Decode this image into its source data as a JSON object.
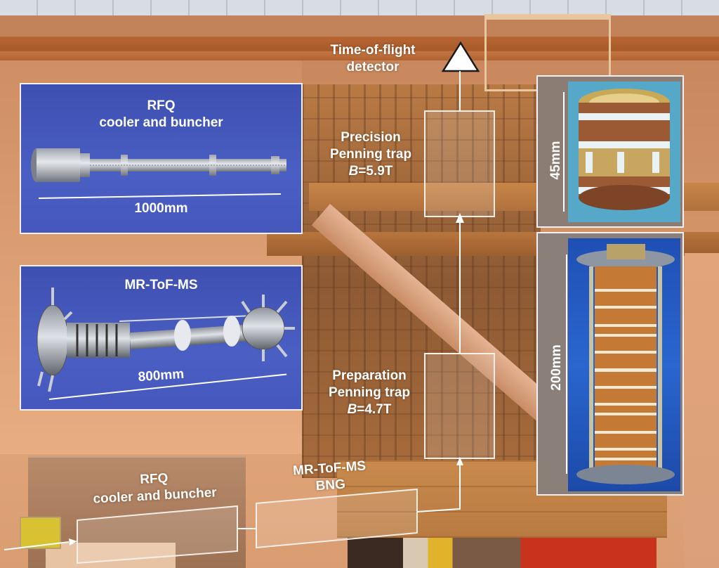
{
  "figure": {
    "labels": {
      "tof_detector": [
        "Time-of-flight",
        "detector"
      ],
      "precision_trap": [
        "Precision",
        "Penning trap",
        "B=5.9T"
      ],
      "preparation_trap": [
        "Preparation",
        "Penning trap",
        "B=4.7T"
      ],
      "mr_tof_bng": [
        "MR-ToF-MS",
        "BNG"
      ],
      "rfq_bottom": [
        "RFQ",
        "cooler and buncher"
      ]
    },
    "insets": {
      "rfq": {
        "title_line1": "RFQ",
        "title_line2": "cooler and buncher",
        "scale": "1000mm"
      },
      "mr_tof": {
        "title": "MR-ToF-MS",
        "scale": "800mm"
      },
      "precision_trap_photo": {
        "scale": "45mm"
      },
      "preparation_trap_photo": {
        "scale": "200mm"
      }
    },
    "field_symbol": "B",
    "precision_field_value": "=5.9T",
    "preparation_field_value": "=4.7T"
  },
  "colors": {
    "inset_blue": "#4557bd",
    "precision_inset_bg": "#56a8c8",
    "preparation_inset_bg": "#2a66cf",
    "annotation": "#ffffff",
    "background_warm": "#d49669"
  }
}
